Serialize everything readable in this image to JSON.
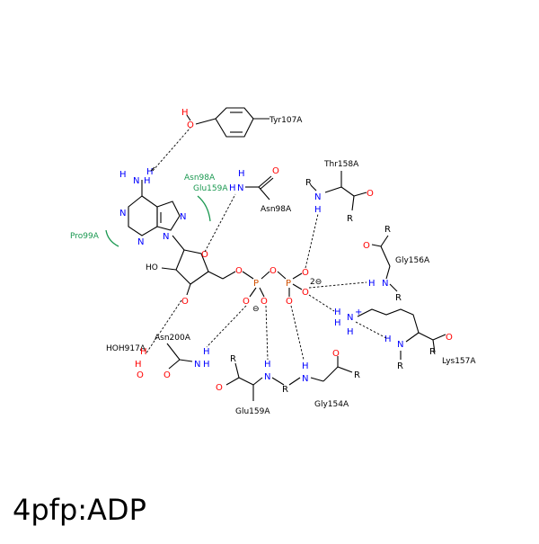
{
  "title": "4pfp:ADP",
  "residues": [
    {
      "id": "tyr107",
      "label": "Tyr107A"
    },
    {
      "id": "asn98",
      "label": "Asn98A"
    },
    {
      "id": "thr158",
      "label": "Thr158A"
    },
    {
      "id": "gly156",
      "label": "Gly156A"
    },
    {
      "id": "lys157",
      "label": "Lys157A"
    },
    {
      "id": "gly154",
      "label": "Gly154A"
    },
    {
      "id": "glu159",
      "label": "Glu159A"
    },
    {
      "id": "asn200",
      "label": "Asn200A"
    },
    {
      "id": "hoh917",
      "label": "HOH917A"
    }
  ],
  "hydrophobic": [
    {
      "id": "asn98h",
      "label": "Asn98A"
    },
    {
      "id": "glu159h",
      "label": "Glu159A"
    },
    {
      "id": "pro99h",
      "label": "Pro99A"
    }
  ],
  "atoms": {
    "N": "N",
    "O": "O",
    "P": "P",
    "H": "H",
    "R": "R",
    "HO": "HO",
    "NH": "NH",
    "charge_minus": "⊖",
    "charge_2minus": "2⊖",
    "charge_plus": "+"
  },
  "colors": {
    "nitrogen": "#0000ff",
    "oxygen": "#ff0000",
    "phosphorus": "#d05000",
    "hydrophobic": "#1a9850",
    "bond": "#000000"
  }
}
